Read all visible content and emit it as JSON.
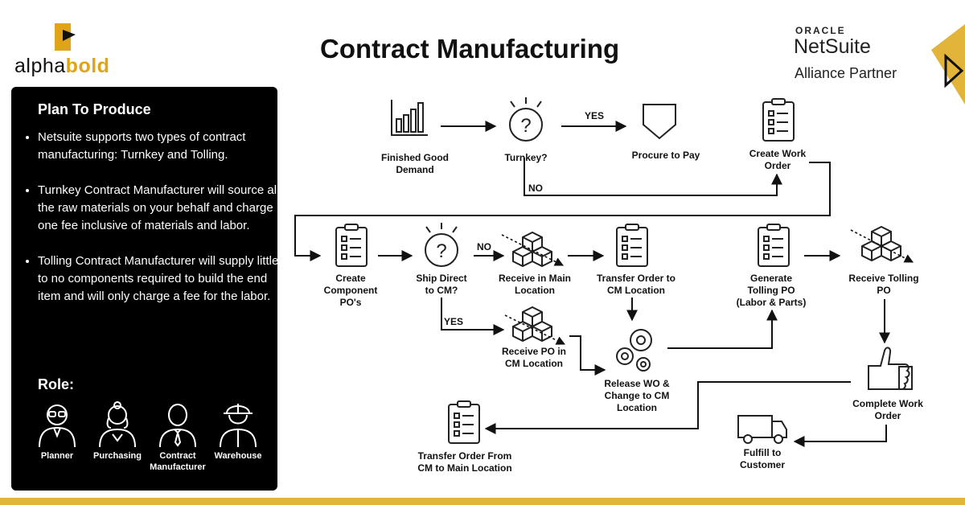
{
  "logo": {
    "part1": "alpha",
    "part2": "bold"
  },
  "title": "Contract Manufacturing",
  "partner": {
    "oracle": "ORACLE",
    "netsuite": "NetSuite",
    "alliance": "Alliance Partner"
  },
  "panel": {
    "title": "Plan To Produce",
    "bullets": [
      "Netsuite supports two types of contract manufacturing: Turnkey and Tolling.",
      "Turnkey Contract Manufacturer will source all the raw materials on your behalf and charge one fee inclusive of materials and labor.",
      "Tolling Contract Manufacturer will supply little to no components required to build the end item and will only charge a fee for the labor."
    ],
    "role_title": "Role:",
    "roles": [
      {
        "label": "Planner",
        "icon": "planner-icon"
      },
      {
        "label": "Purchasing",
        "icon": "purchasing-icon"
      },
      {
        "label": "Contract\nManufacturer",
        "icon": "contract-manufacturer-icon"
      },
      {
        "label": "Warehouse",
        "icon": "warehouse-worker-icon"
      }
    ]
  },
  "flow": {
    "finished_good_demand": "Finished Good\nDemand",
    "turnkey": "Turnkey?",
    "procure_to_pay": "Procure to Pay",
    "create_work_order": "Create Work\nOrder",
    "create_component_pos": "Create\nComponent\nPO's",
    "ship_direct": "Ship Direct\nto CM?",
    "receive_main": "Receive in Main\nLocation",
    "transfer_to_cm": "Transfer Order to\nCM Location",
    "generate_tolling_po": "Generate\nTolling PO\n(Labor & Parts)",
    "receive_tolling_po": "Receive Tolling\nPO",
    "receive_po_cm": "Receive PO in\nCM Location",
    "release_wo": "Release WO &\nChange to CM\nLocation",
    "complete_wo": "Complete Work\nOrder",
    "fulfill": "Fulfill to\nCustomer",
    "transfer_from_cm": "Transfer Order From\nCM to Main Location",
    "yes": "YES",
    "no": "NO"
  },
  "colors": {
    "accent": "#e2a417",
    "panel": "#000000",
    "bar": "#e2b53a"
  }
}
